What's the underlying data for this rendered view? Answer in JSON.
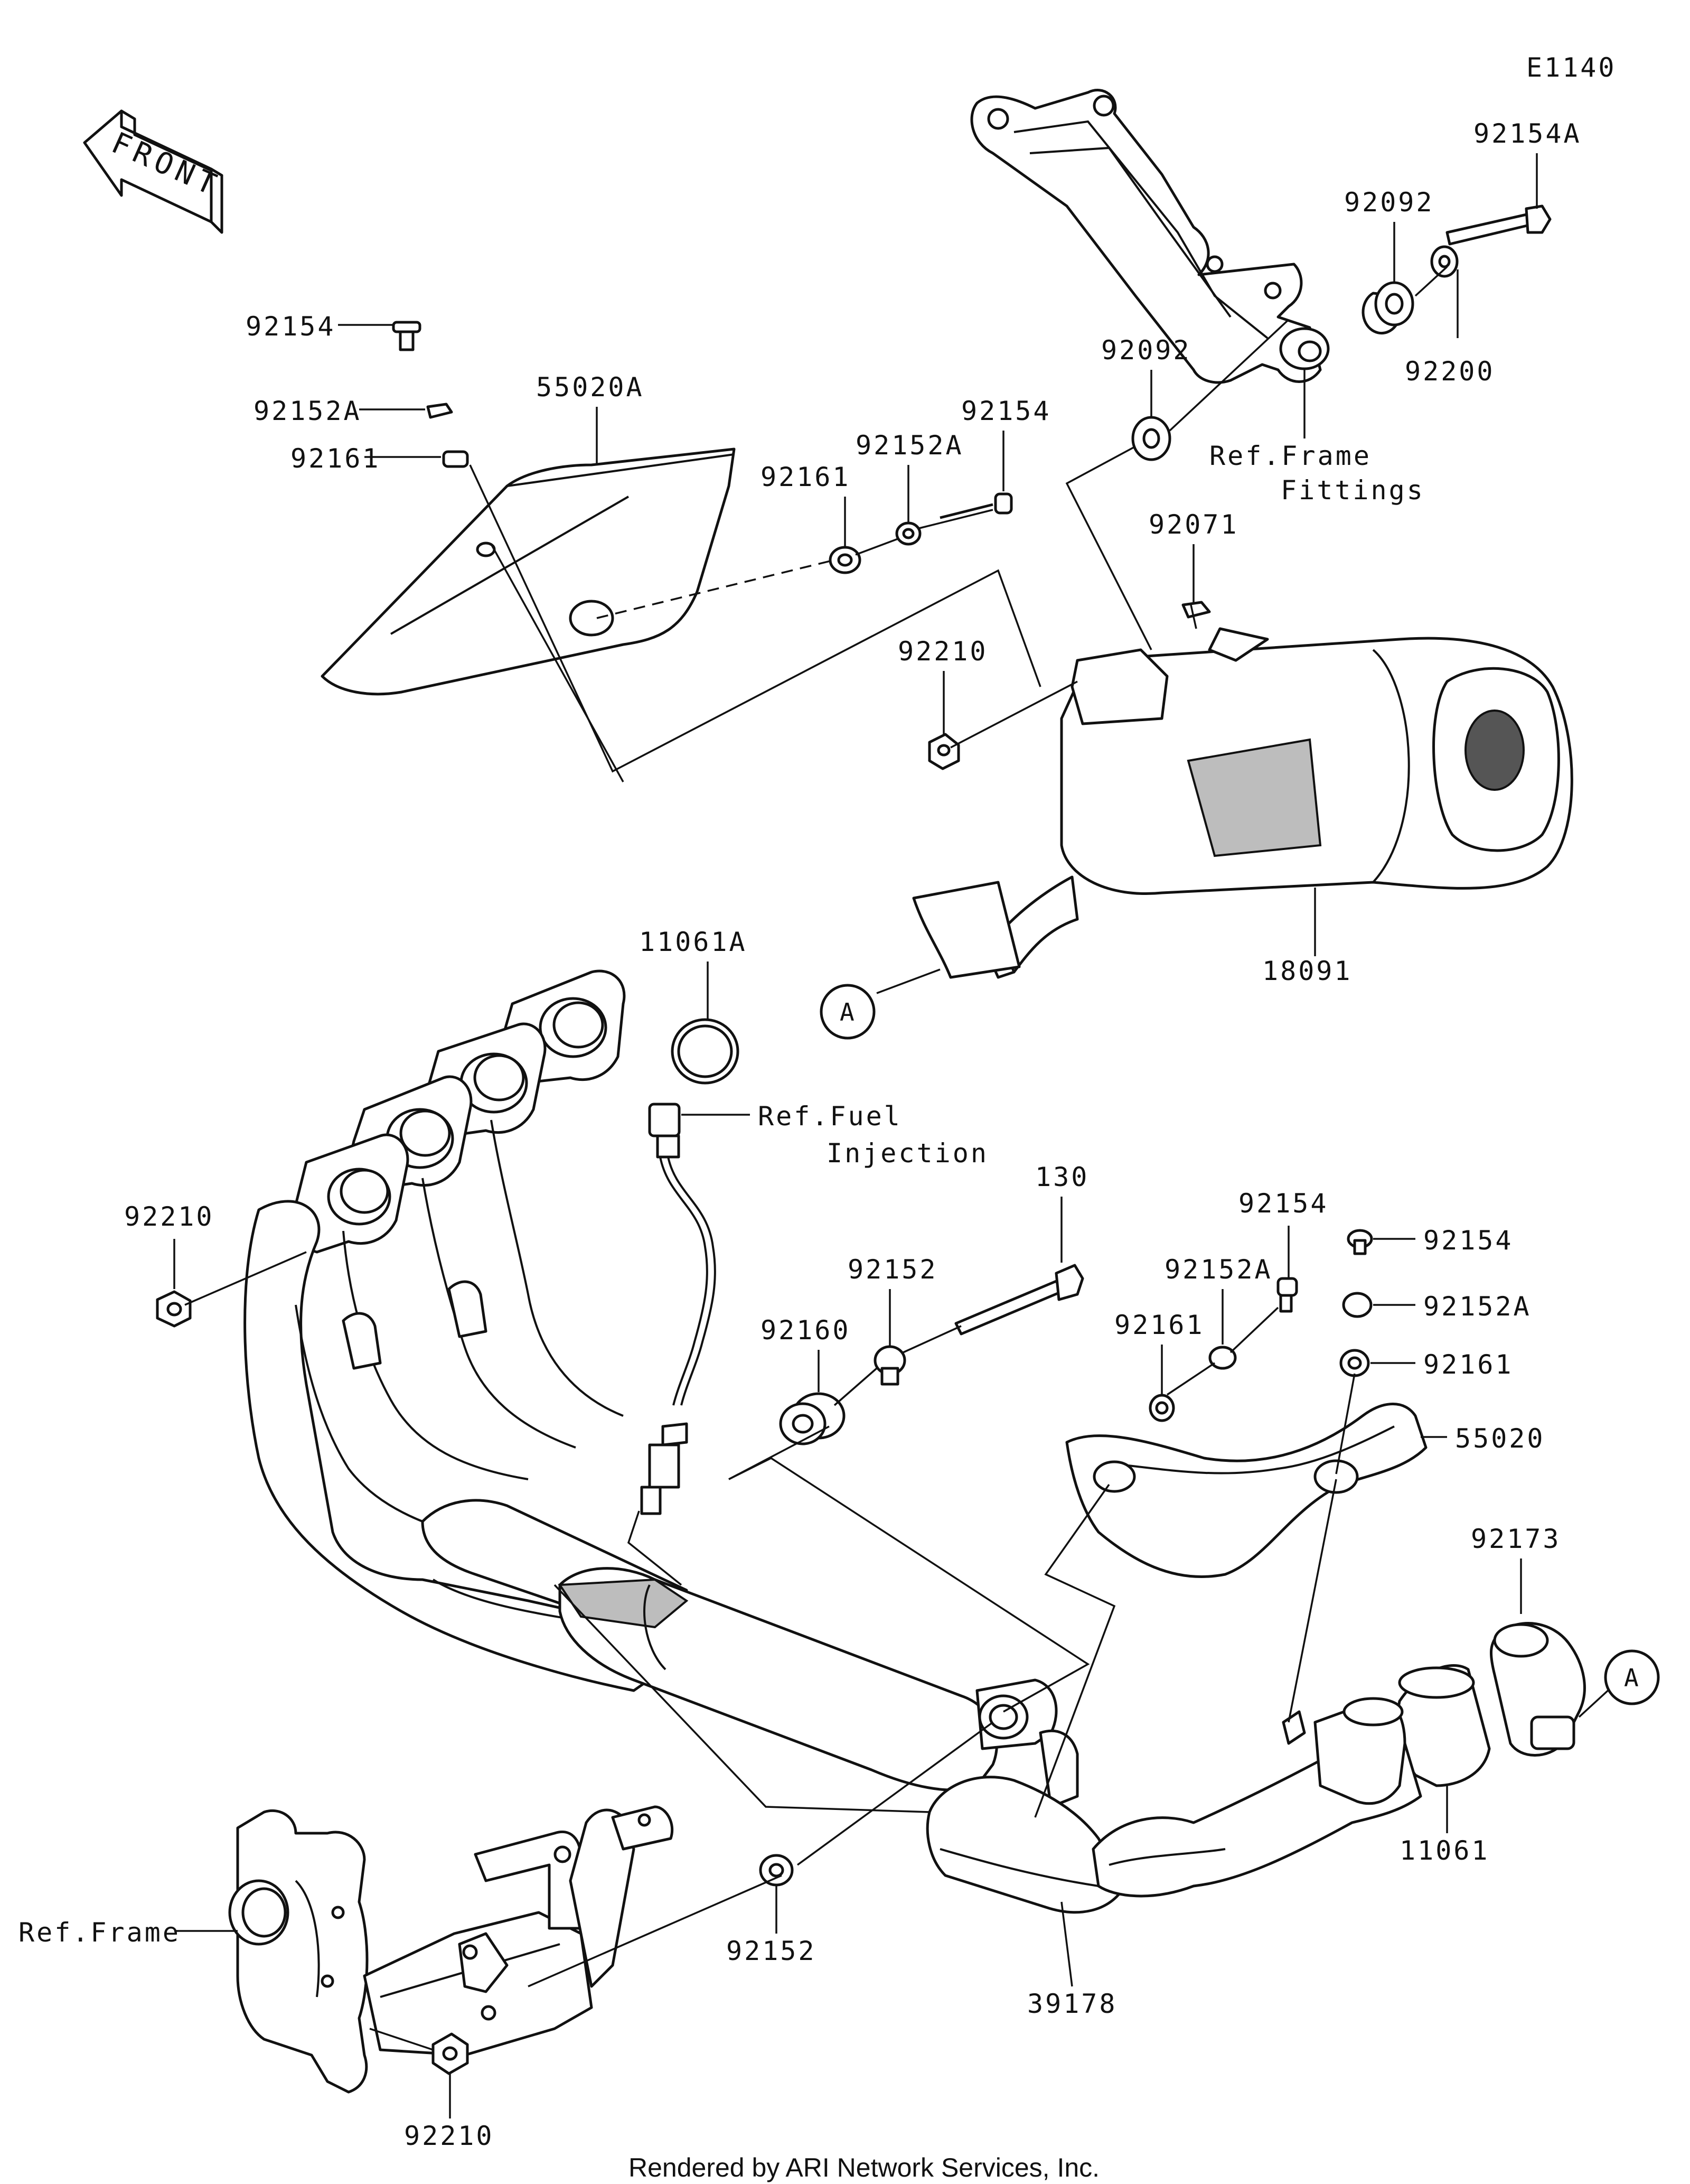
{
  "diagram_code": "E1140",
  "front_label": "FRONT",
  "footer": "Rendered by ARI Network Services, Inc.",
  "callout_A": "A",
  "labels": {
    "p92154A": "92154A",
    "p92092_top": "92092",
    "p92200": "92200",
    "p92092_mid": "92092",
    "ref_frame_fittings_1": "Ref.Frame",
    "ref_frame_fittings_2": "Fittings",
    "p92154_left": "92154",
    "p92152A_left": "92152A",
    "p92161_left": "92161",
    "p55020A": "55020A",
    "p92161_mid": "92161",
    "p92152A_mid": "92152A",
    "p92154_mid": "92154",
    "p92071": "92071",
    "p92210_upper": "92210",
    "p18091": "18091",
    "p11061A": "11061A",
    "ref_fuel_1": "Ref.Fuel",
    "ref_fuel_2": "Injection",
    "p92210_left": "92210",
    "p130": "130",
    "p92152_upper": "92152",
    "p92160": "92160",
    "p92154_low": "92154",
    "p92152A_low": "92152A",
    "p92161_low": "92161",
    "p92154_right": "92154",
    "p92152A_right": "92152A",
    "p92161_right": "92161",
    "p55020": "55020",
    "p92173": "92173",
    "p11061": "11061",
    "ref_frame": "Ref.Frame",
    "p92152_lower": "92152",
    "p39178": "39178",
    "p92210_bottom": "92210"
  }
}
